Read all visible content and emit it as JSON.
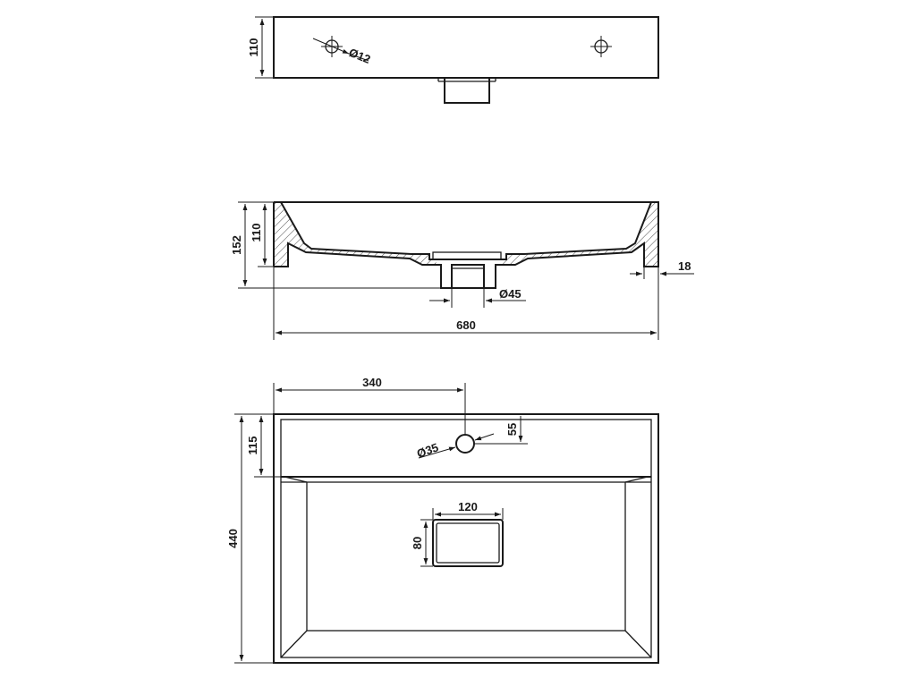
{
  "dimensions": {
    "top_height": "110",
    "faucet_hole": "Ø12",
    "section_height_inner": "110",
    "section_height_total": "152",
    "rim_offset": "18",
    "drain_diameter": "Ø45",
    "overall_width": "680",
    "tap_offset": "340",
    "tap_from_back": "55",
    "tap_hole": "Ø35",
    "deck_depth": "115",
    "overall_depth": "440",
    "drain_width": "120",
    "drain_height": "80"
  },
  "colors": {
    "line": "#1a1a1a",
    "background": "#ffffff"
  }
}
